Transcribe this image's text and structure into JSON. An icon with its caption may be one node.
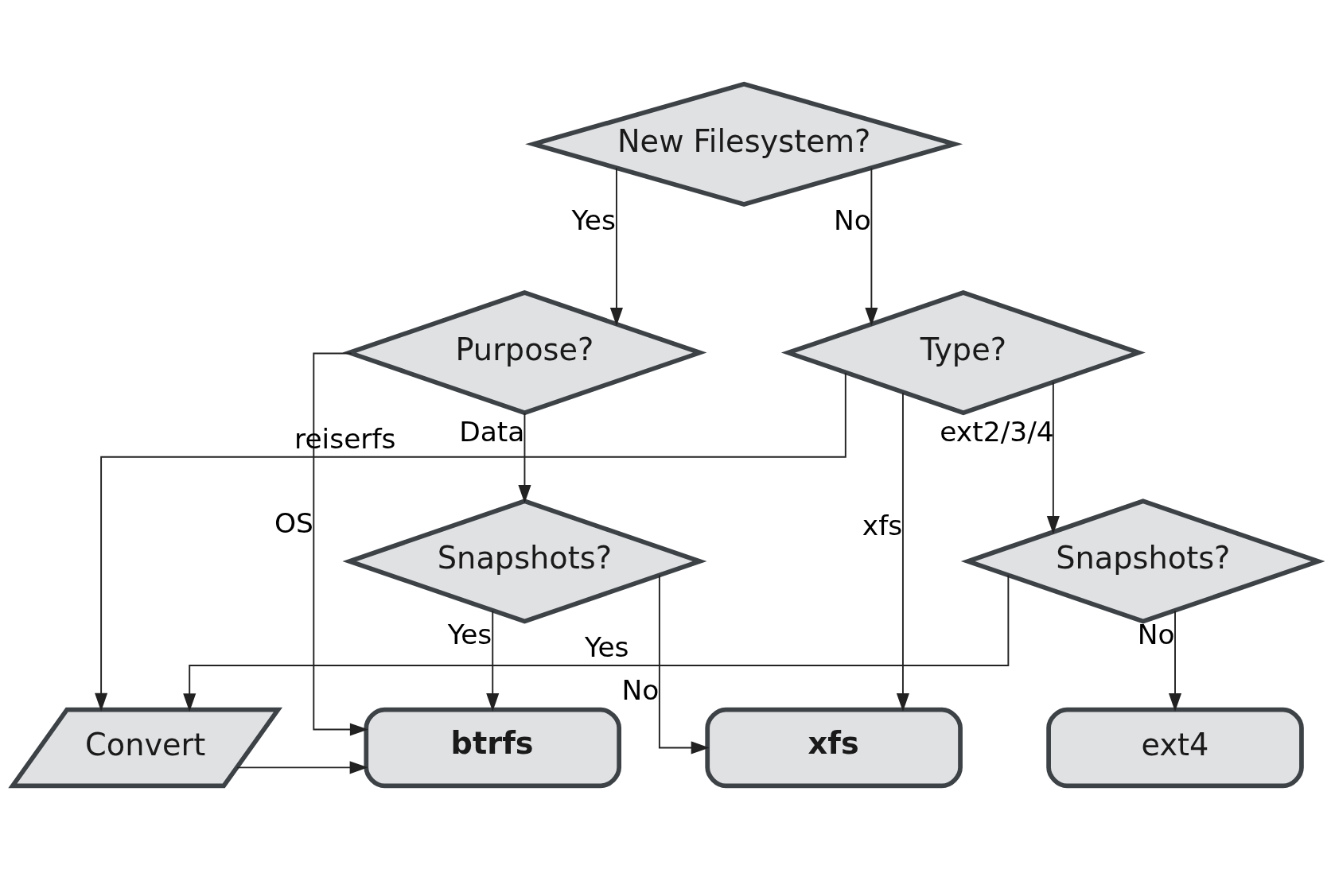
{
  "diagram": {
    "nodes": [
      {
        "text": [
          "New Filesystem?"
        ]
      },
      {
        "text": [
          "Purpose?"
        ]
      },
      {
        "text": [
          "Type?"
        ]
      },
      {
        "text": [
          "Snapshots?"
        ]
      },
      {
        "text": [
          "Snapshots?"
        ]
      },
      {
        "text": [
          "xfs"
        ]
      },
      {
        "text": [
          "ext4"
        ]
      },
      {
        "text": [
          "btrfs"
        ]
      },
      {
        "text": [
          "Convert"
        ]
      }
    ],
    "edges": [
      {
        "from": 0,
        "to": 1,
        "arrow": "to",
        "label": "Yes"
      },
      {
        "from": 0,
        "to": 2,
        "arrow": "to",
        "label": "No"
      },
      {
        "from": 1,
        "to": 7,
        "arrow": "to",
        "label": "OS"
      },
      {
        "from": 1,
        "to": 3,
        "arrow": "to",
        "label": "Data"
      },
      {
        "from": 2,
        "to": 5,
        "arrow": "to",
        "label": "xfs"
      },
      {
        "from": 2,
        "to": 4,
        "arrow": "to",
        "label": "ext2/3/4"
      },
      {
        "from": 2,
        "to": 8,
        "arrow": "to",
        "label": "reiserfs"
      },
      {
        "from": 3,
        "to": 7,
        "arrow": "to",
        "label": "Yes"
      },
      {
        "from": 3,
        "to": 5,
        "arrow": "to",
        "label": "No"
      },
      {
        "from": 4,
        "to": 8,
        "arrow": "to",
        "label": "Yes"
      },
      {
        "from": 4,
        "to": 6,
        "arrow": "to",
        "label": "No"
      },
      {
        "from": 8,
        "to": 7,
        "arrow": "to"
      }
    ]
  }
}
